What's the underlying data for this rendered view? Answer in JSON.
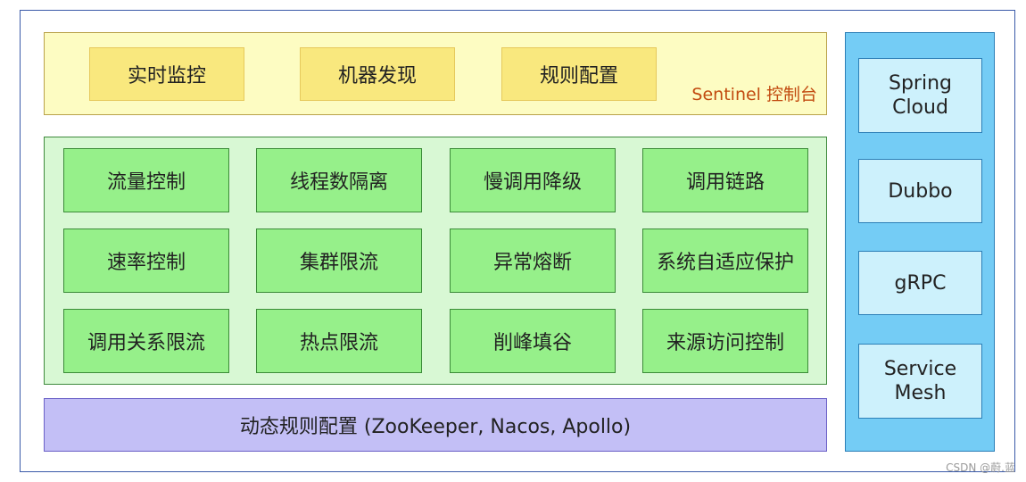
{
  "console": {
    "items": [
      "实时监控",
      "机器发现",
      "规则配置"
    ],
    "title": "Sentinel 控制台"
  },
  "features": {
    "rows": [
      [
        "流量控制",
        "线程数隔离",
        "慢调用降级",
        "调用链路"
      ],
      [
        "速率控制",
        "集群限流",
        "异常熔断",
        "系统自适应保护"
      ],
      [
        "调用关系限流",
        "热点限流",
        "削峰填谷",
        "来源访问控制"
      ]
    ]
  },
  "dynamic_config": "动态规则配置 (ZooKeeper, Nacos, Apollo)",
  "frameworks": [
    "Spring\nCloud",
    "Dubbo",
    "gRPC",
    "Service\nMesh"
  ],
  "watermark": "CSDN @蔚.蓝",
  "colors": {
    "console_bg": "#fdfcc2",
    "console_item": "#f9e87e",
    "feature_bg": "#d8f8d4",
    "feature_item": "#96f08a",
    "dynamic_bg": "#c3bff6",
    "side_bg": "#74ccf5",
    "side_item": "#cdf1fc"
  }
}
